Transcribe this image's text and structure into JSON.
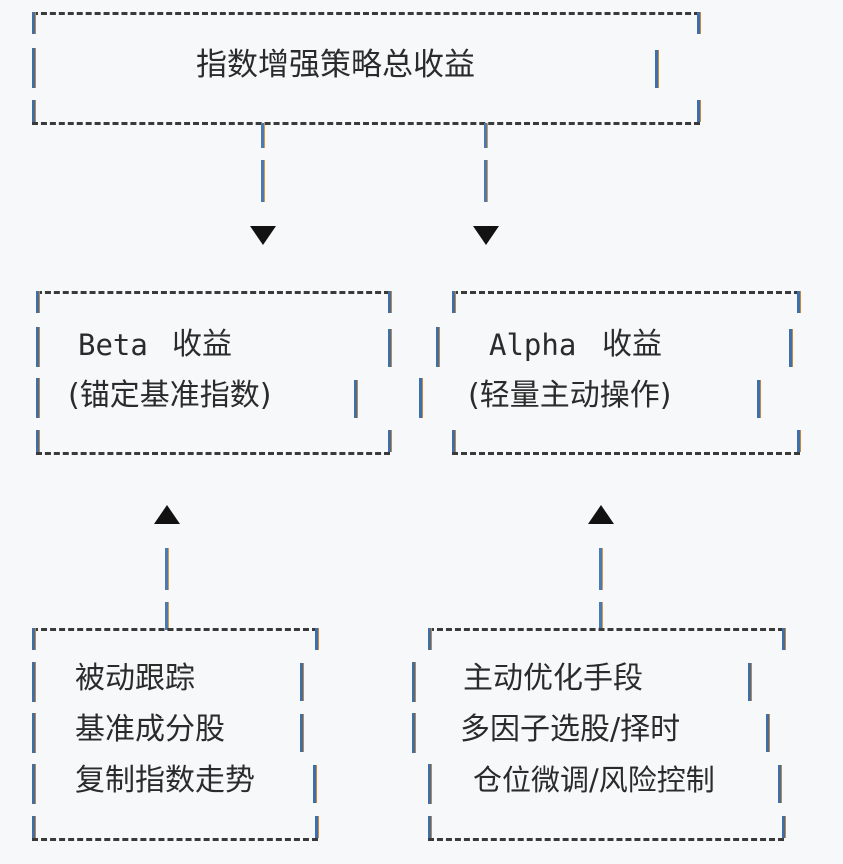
{
  "diagram": {
    "title": "指数增强策略总收益",
    "style": "ascii-art-boxes",
    "colors": {
      "background": "#f7f8fa",
      "text": "#2b2b2b",
      "border": "#3a3a3a",
      "vertical_bar_blue": "#4a7ab0",
      "vertical_bar_orange": "#d09a50",
      "arrow": "#121212"
    },
    "root": {
      "label": "指数增强策略总收益",
      "box_right_marker": "|"
    },
    "arrows_down": [
      "▼",
      "▼"
    ],
    "arrows_up": [
      "▲",
      "▲"
    ],
    "level2": [
      {
        "name": "beta-node",
        "line1_en": "Beta",
        "line1_cjk": "收益",
        "line2": "(锚定基准指数)"
      },
      {
        "name": "alpha-node",
        "line1_en": "Alpha",
        "line1_cjk": "收益",
        "line2": "(轻量主动操作)"
      }
    ],
    "level3": [
      {
        "name": "beta-detail-node",
        "lines": [
          "被动跟踪",
          "基准成分股",
          "复制指数走势"
        ]
      },
      {
        "name": "alpha-detail-node",
        "lines": [
          "主动优化手段",
          "多因子选股/择时",
          "仓位微调/风险控制"
        ]
      }
    ]
  }
}
